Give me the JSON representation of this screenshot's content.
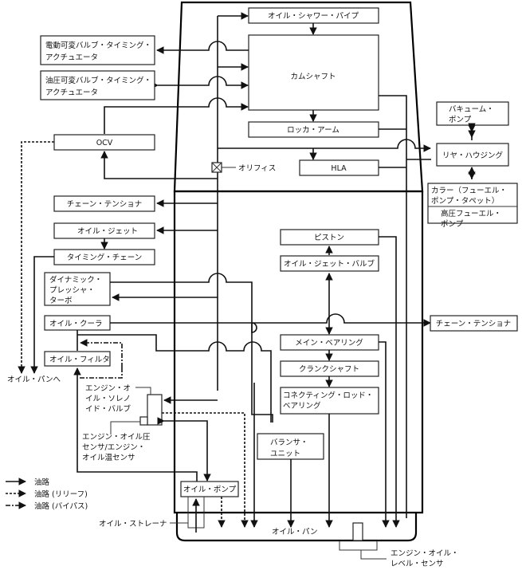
{
  "diagram": {
    "components": {
      "oil_shower_pipe": "オイル・シャワー・パイプ",
      "camshaft": "カムシャフト",
      "rocker_arm": "ロッカ・アーム",
      "hla": "HLA",
      "orifice": "オリフィス",
      "evvt_1": "電動可変バルブ・タイミング・",
      "evvt_2": "アクチュエータ",
      "hvvt_1": "油圧可変バルブ・タイミング・",
      "hvvt_2": "アクチュエータ",
      "ocv": "OCV",
      "vacuum_pump_1": "バキューム・",
      "vacuum_pump_2": "ポンプ",
      "rear_housing": "リヤ・ハウジング",
      "collar_1": "カラー（フューエル・",
      "collar_2": "ポンプ・タペット）",
      "hp_fuel_pump_1": "高圧フューエル・",
      "hp_fuel_pump_2": "ポンプ",
      "chain_tensioner_left": "チェーン・テンショナ",
      "oil_jet": "オイル・ジェット",
      "timing_chain": "タイミング・チェーン",
      "turbo_1": "ダイナミック・",
      "turbo_2": "プレッシャ・",
      "turbo_3": "ターボ",
      "oil_cooler": "オイル・クーラ",
      "oil_filter": "オイル・フィルタ",
      "to_oil_pan": "オイル・パンへ",
      "piston": "ピストン",
      "oil_jet_valve": "オイル・ジェット・バルブ",
      "chain_tensioner_right": "チェーン・テンショナ",
      "main_bearing": "メイン・ベアリング",
      "crankshaft": "クランクシャフト",
      "conrod_1": "コネクティング・ロッド・",
      "conrod_2": "ベアリング",
      "solenoid_1": "エンジン・オ",
      "solenoid_2": "イル・ソレノ",
      "solenoid_3": "イド・バルブ",
      "sensor_1": "エンジン・オイル圧",
      "sensor_2": "センサ/エンジン・",
      "sensor_3": "オイル温センサ",
      "balancer_1": "バランサ・",
      "balancer_2": "ユニット",
      "oil_pump": "オイル・ポンプ",
      "oil_strainer": "オイル・ストレーナ",
      "oil_pan": "オイル・パン",
      "level_sensor_1": "エンジン・オイル・",
      "level_sensor_2": "レベル・センサ"
    },
    "legend": [
      {
        "style": "solid",
        "label": "油路"
      },
      {
        "style": "dotted",
        "label": "油路 (リリーフ)"
      },
      {
        "style": "dash-dot",
        "label": "油路 (バイパス)"
      }
    ]
  }
}
